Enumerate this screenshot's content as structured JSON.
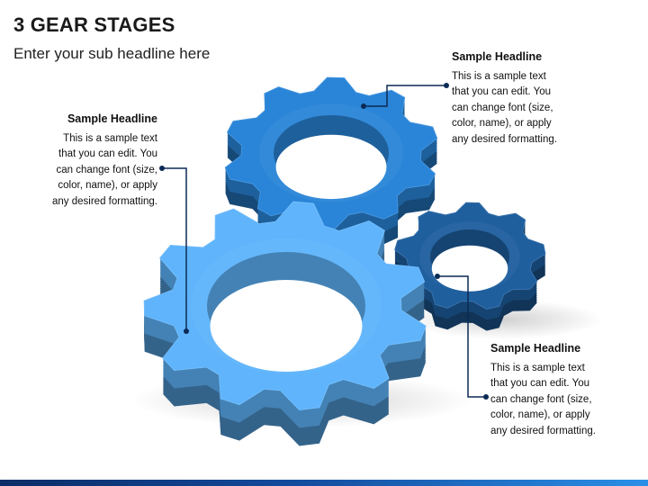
{
  "title": "3 GEAR STAGES",
  "subtitle": "Enter your sub headline here",
  "callouts": [
    {
      "headline": "Sample Headline",
      "lines": [
        "This is a sample text",
        "that you can edit. You",
        "can change font (size,",
        "color, name), or apply",
        "any desired formatting."
      ]
    },
    {
      "headline": "Sample Headline",
      "lines": [
        "This is a sample text",
        "that you can edit. You",
        "can change font (size,",
        "color, name), or apply",
        "any desired formatting."
      ]
    },
    {
      "headline": "Sample Headline",
      "lines": [
        "This is a sample text",
        "that you can edit. You",
        "can change font (size,",
        "color, name), or apply",
        "any desired formatting."
      ]
    }
  ],
  "colors": {
    "gear_large": "#5fb4fb",
    "gear_medium": "#2a85d8",
    "gear_small": "#1f5f9e",
    "connector": "#0b2a55",
    "bottom_bar_start": "#0b2c66",
    "bottom_bar_end": "#2a8fe6"
  },
  "icons": [
    "gear-icon-large",
    "gear-icon-medium",
    "gear-icon-small"
  ]
}
